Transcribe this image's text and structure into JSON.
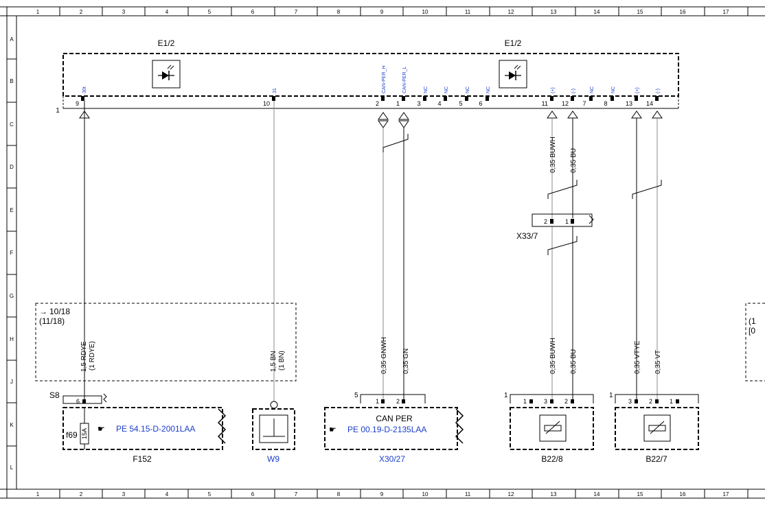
{
  "grid": {
    "columns": [
      "1",
      "2",
      "3",
      "4",
      "5",
      "6",
      "7",
      "8",
      "9",
      "10",
      "11",
      "12",
      "13",
      "14",
      "15",
      "16",
      "17"
    ],
    "rows": [
      "A",
      "B",
      "C",
      "D",
      "E",
      "F",
      "G",
      "H",
      "J",
      "K",
      "L"
    ]
  },
  "ecu": {
    "title_left": "E1/2",
    "title_right": "E1/2",
    "connector_number": "1",
    "pins": [
      {
        "num": "9",
        "name": "30t"
      },
      {
        "num": "10",
        "name": "31"
      },
      {
        "num": "2",
        "name": "CAN-PER_H"
      },
      {
        "num": "1",
        "name": "CAN-PER_L"
      },
      {
        "num": "3",
        "name": "NC"
      },
      {
        "num": "4",
        "name": "NC"
      },
      {
        "num": "5",
        "name": "NC"
      },
      {
        "num": "6",
        "name": "NC"
      },
      {
        "num": "11",
        "name": "(+)"
      },
      {
        "num": "12",
        "name": "(-)"
      },
      {
        "num": "7",
        "name": "NC"
      },
      {
        "num": "8",
        "name": "NC"
      },
      {
        "num": "13",
        "name": "(+)"
      },
      {
        "num": "14",
        "name": "(-)"
      }
    ]
  },
  "wires": {
    "w_rdye": {
      "label": "1,5 RDYE",
      "alt": "(1 RDYE)"
    },
    "w_bn": {
      "label": "1,5 BN",
      "alt": "(1 BN)"
    },
    "w_gnwh": {
      "label": "0,35 GNWH"
    },
    "w_gn": {
      "label": "0,35 GN"
    },
    "w_buwh_top": {
      "label": "0,35 BUWH"
    },
    "w_bu_top": {
      "label": "0,35 BU"
    },
    "w_buwh_bot": {
      "label": "0,35 BUWH"
    },
    "w_bu_bot": {
      "label": "0,35 BU"
    },
    "w_vtye": {
      "label": "0,35 VTYE"
    },
    "w_vt": {
      "label": "0,35 VT"
    }
  },
  "x33": {
    "name": "X33/7",
    "pin_a": "2",
    "pin_b": "1"
  },
  "ref_box": {
    "line1": "10/18",
    "line2": "(11/18)"
  },
  "ref_box_right": {
    "line1": "(1",
    "line2": "[0"
  },
  "f152": {
    "name": "F152",
    "connector": "S8",
    "pin": "6",
    "fuse": "f69",
    "fuse_rating": "15A",
    "ref": "PE 54.15-D-2001LAA"
  },
  "w9": {
    "name": "W9"
  },
  "x30": {
    "name": "X30/27",
    "connector_number": "5",
    "pin_a": "1",
    "pin_b": "2",
    "title": "CAN PER",
    "ref": "PE 00.19-D-2135LAA"
  },
  "b22_8": {
    "name": "B22/8",
    "connector_number": "1",
    "pins": [
      "1",
      "3",
      "2"
    ]
  },
  "b22_7": {
    "name": "B22/7",
    "connector_number": "1",
    "pins": [
      "3",
      "2",
      "1"
    ]
  }
}
